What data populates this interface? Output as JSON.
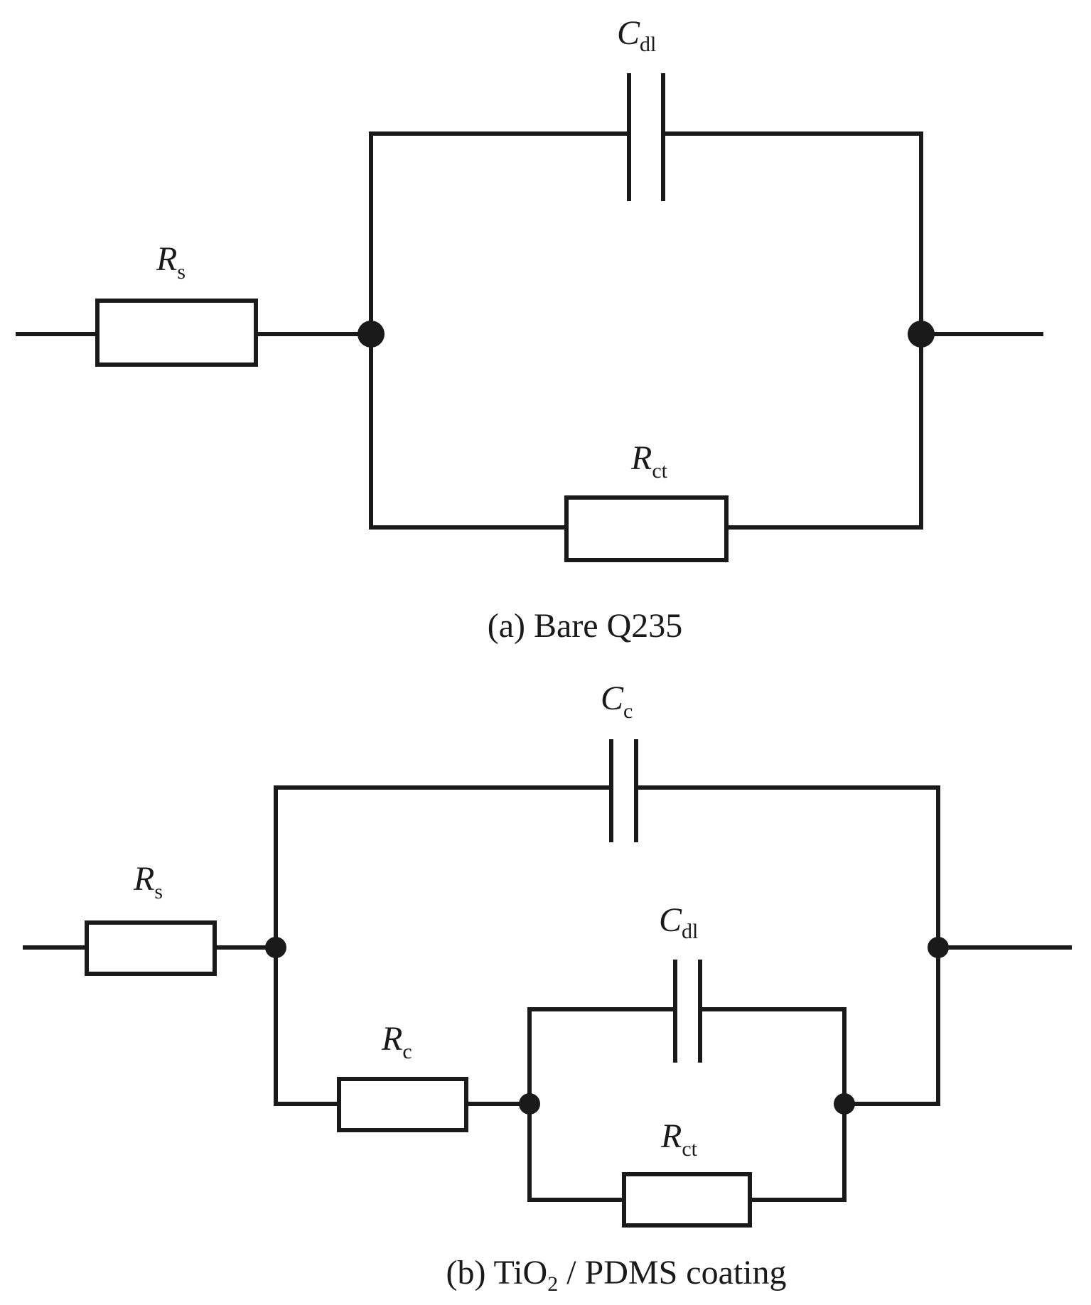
{
  "circuit_a": {
    "caption": "(a) Bare Q235",
    "rs": {
      "main": "R",
      "sub": "s"
    },
    "cdl": {
      "main": "C",
      "sub": "dl"
    },
    "rct": {
      "main": "R",
      "sub": "ct"
    }
  },
  "circuit_b": {
    "caption_pre": "(b) TiO",
    "caption_sub": "2",
    "caption_post": " / PDMS coating",
    "rs": {
      "main": "R",
      "sub": "s"
    },
    "cc": {
      "main": "C",
      "sub": "c"
    },
    "rc": {
      "main": "R",
      "sub": "c"
    },
    "cdl": {
      "main": "C",
      "sub": "dl"
    },
    "rct": {
      "main": "R",
      "sub": "ct"
    }
  }
}
